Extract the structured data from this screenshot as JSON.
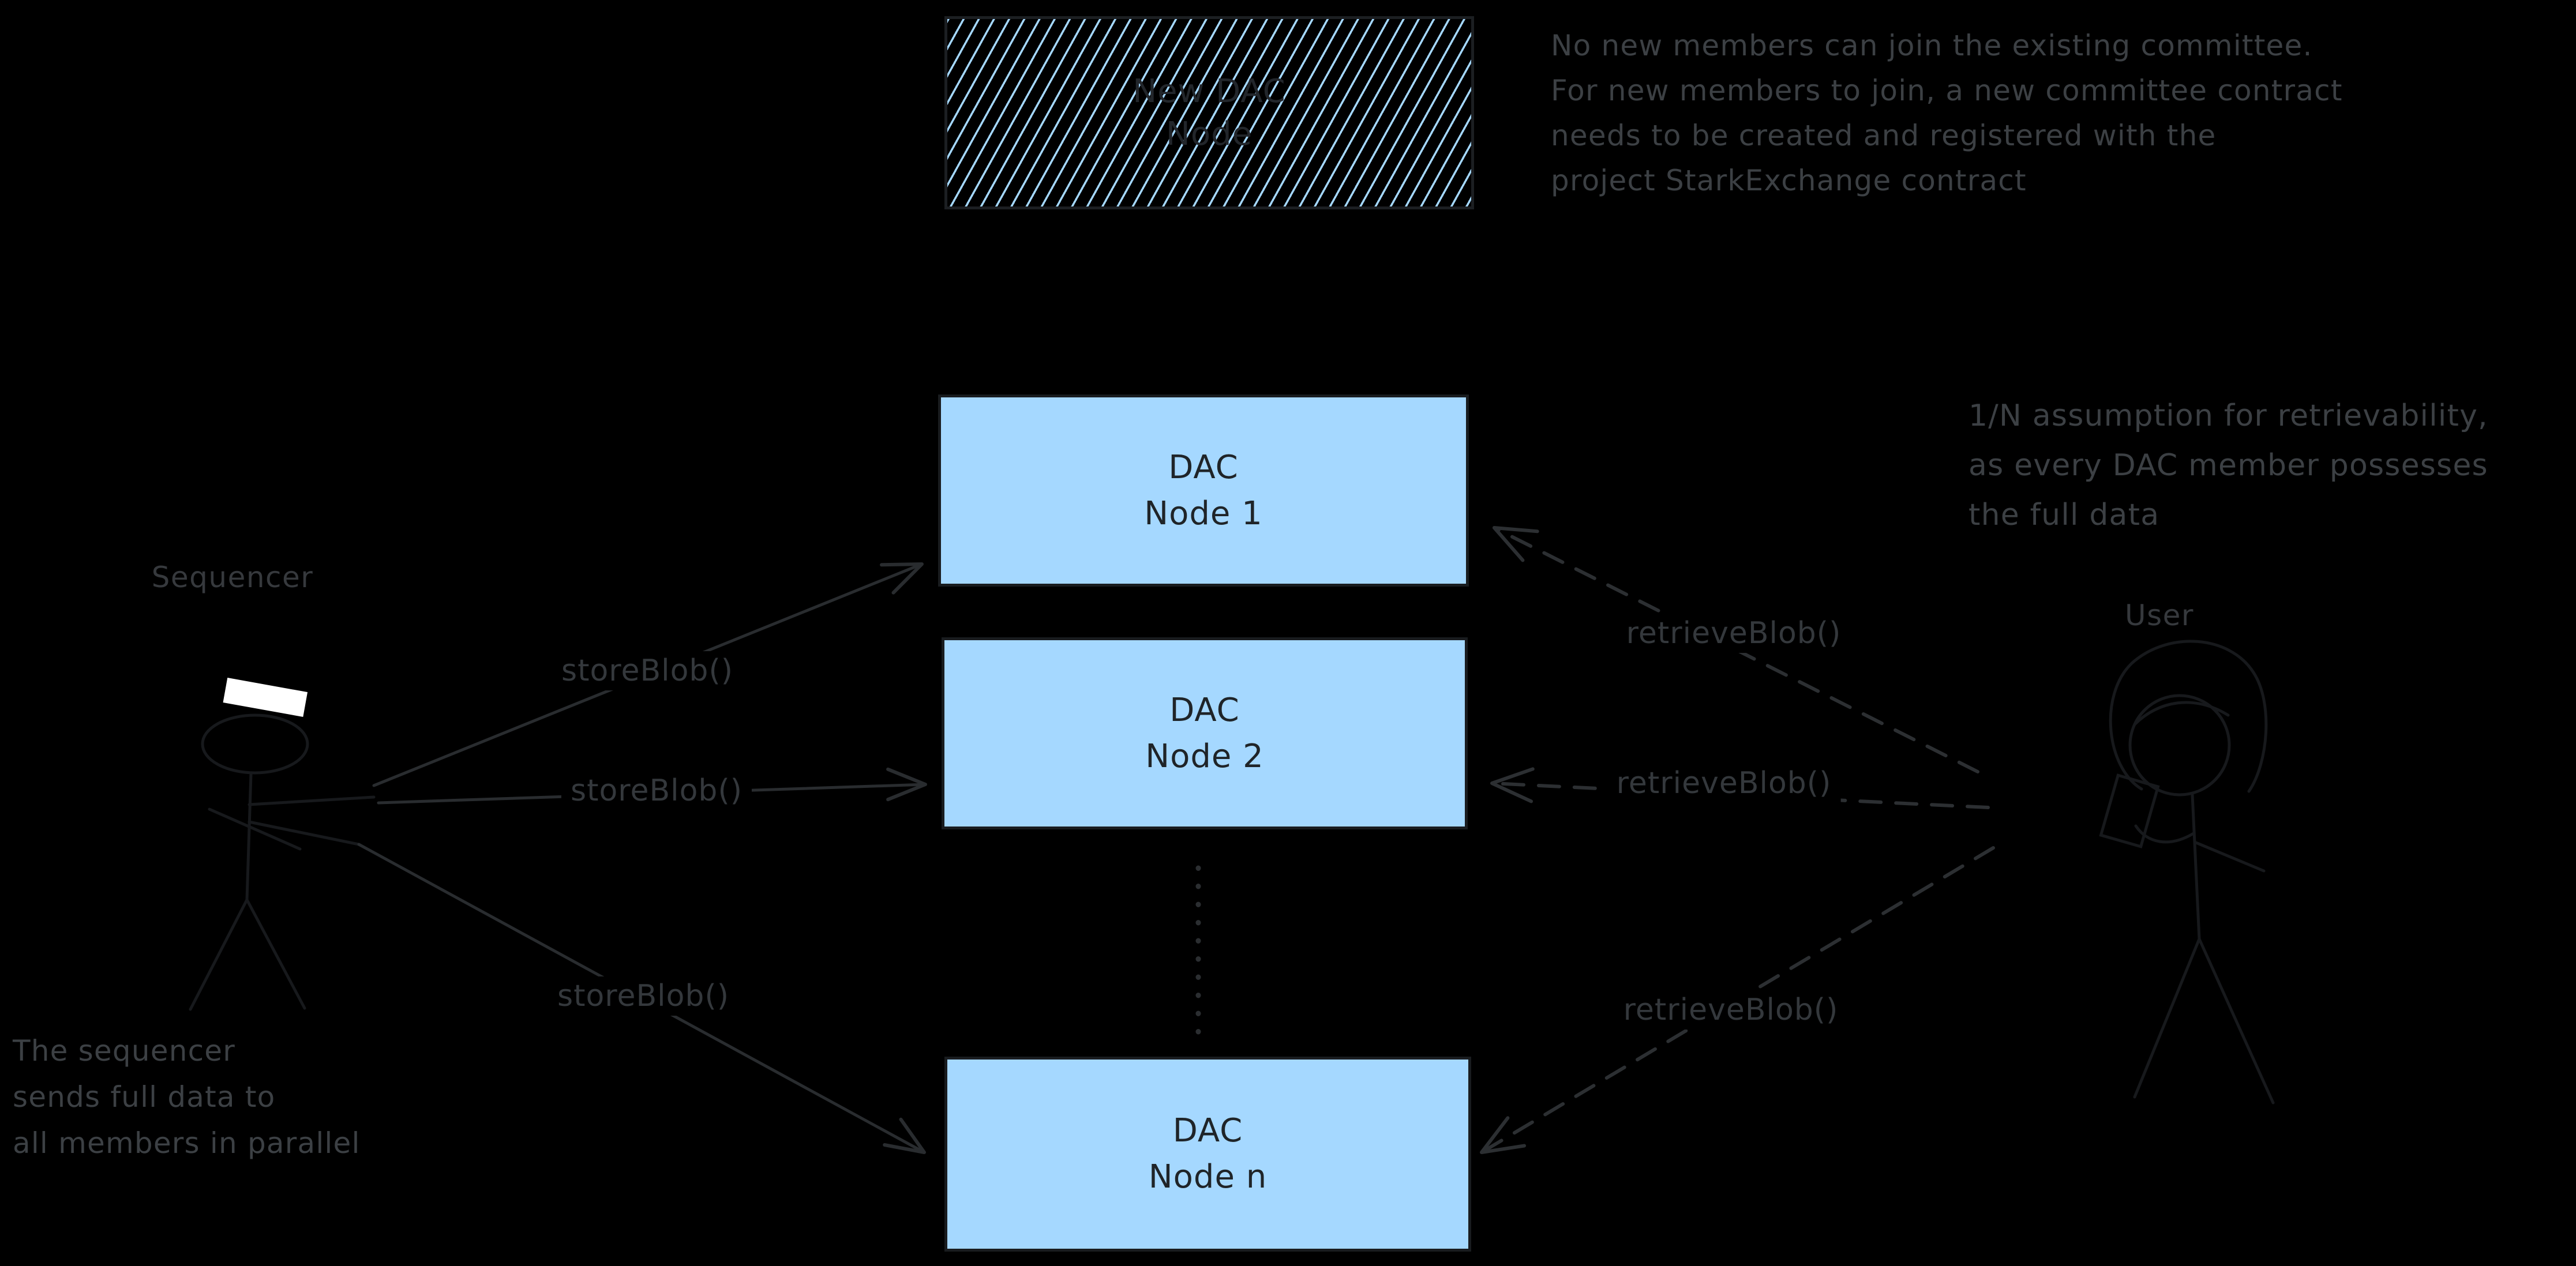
{
  "palette": {
    "background": "#000000",
    "node_fill": "#a5d8ff",
    "node_border": "#191c1f",
    "node_text": "#1f2428",
    "hatch_line_blue": "#a5d8ff",
    "call_label_text": "#34383c",
    "note_text": "#3c4044",
    "solid_arrow": "#292c2f",
    "dashed_arrow": "#2c2f32",
    "dotted_line": "#2b2e31",
    "figure_stroke": "#17191c",
    "sequencer_hat_fill": "#ffffff"
  },
  "diagram": {
    "new_dac_box": {
      "line1": "New DAC",
      "line2": "Node"
    },
    "nodes": [
      {
        "line1": "DAC",
        "line2": "Node 1"
      },
      {
        "line1": "DAC",
        "line2": "Node 2"
      },
      {
        "line1": "DAC",
        "line2": "Node n"
      }
    ],
    "actors": {
      "sequencer": "Sequencer",
      "user": "User"
    },
    "call_labels": {
      "store": "storeBlob()",
      "retrieve": "retrieveBlob()"
    },
    "notes": {
      "committee": {
        "lines": [
          "No new members can join the existing committee.",
          "For new members to join, a new committee contract",
          "needs to be created and registered with the",
          "project StarkExchange contract"
        ]
      },
      "retrievability": {
        "lines": [
          "1/N assumption for retrievability,",
          "as every DAC member possesses",
          "the full data"
        ]
      },
      "sequencer": {
        "lines": [
          "The sequencer",
          "sends full data to",
          "all members in parallel"
        ]
      }
    }
  }
}
